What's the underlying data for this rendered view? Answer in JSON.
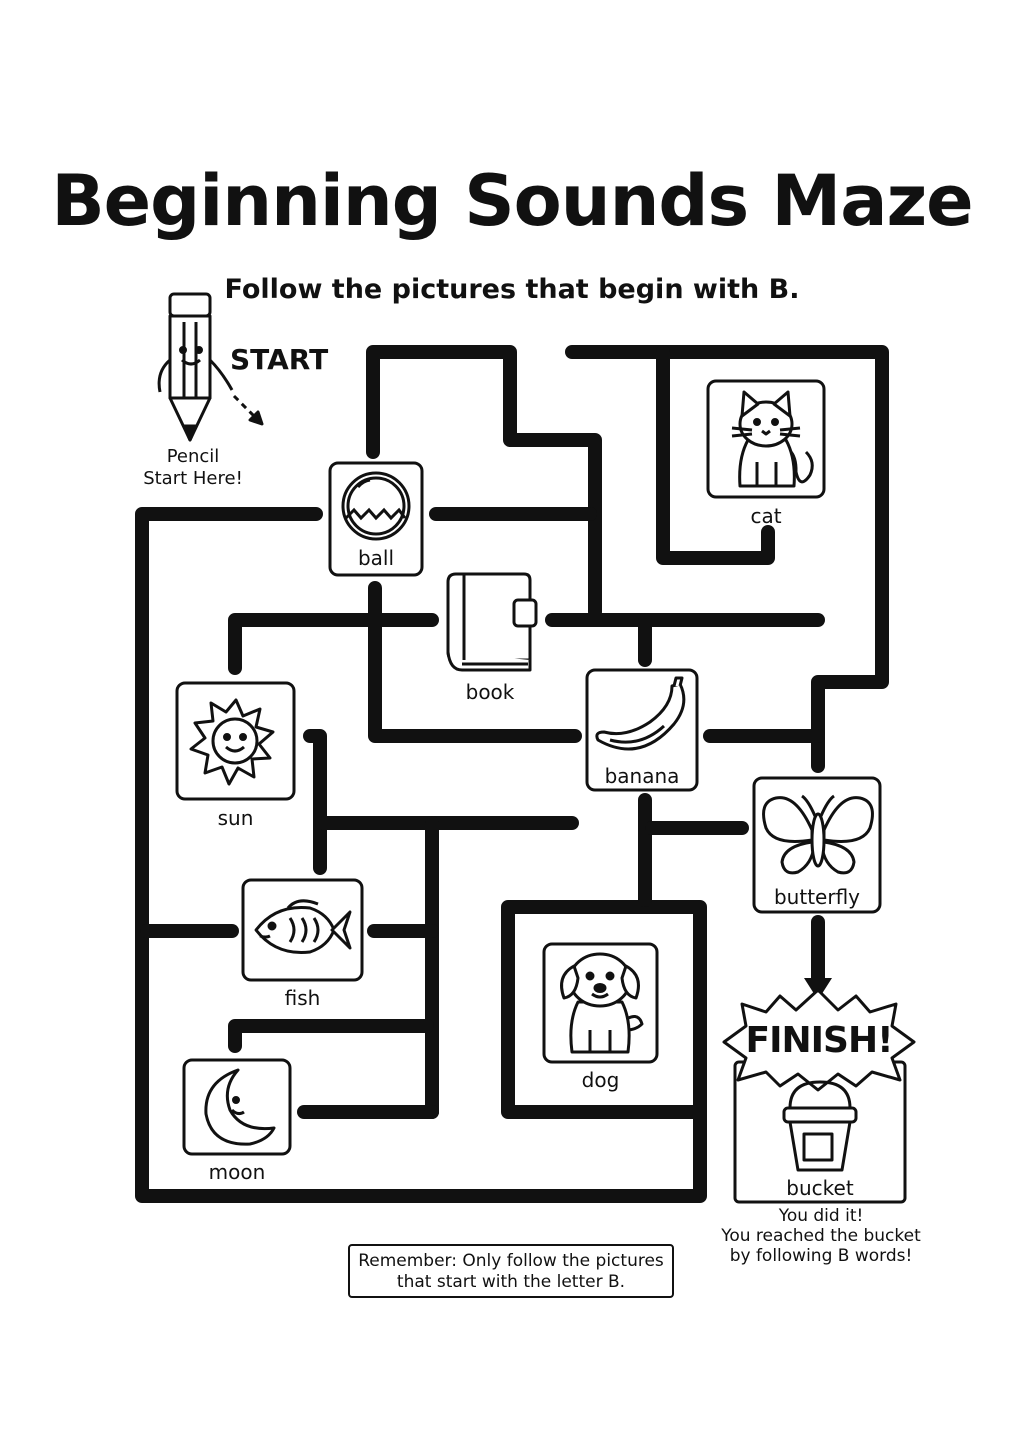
{
  "title": "Beginning Sounds Maze",
  "instructions": "Follow the pictures that begin with B.",
  "start": {
    "label": "START",
    "note_line1": "Pencil",
    "note_line2": "Start Here!"
  },
  "pictures": {
    "ball": "ball",
    "cat": "cat",
    "book": "book",
    "banana": "banana",
    "sun": "sun",
    "butterfly": "butterfly",
    "fish": "fish",
    "dog": "dog",
    "moon": "moon",
    "bucket": "bucket"
  },
  "finish": {
    "label": "FINISH!",
    "note_line1": "You did it!",
    "note_line2": "You reached the bucket",
    "note_line3": "by following B words!"
  },
  "reminder": {
    "line1": "Remember: Only follow the pictures",
    "line2": "that start with the letter B."
  },
  "icons": [
    "pencil-icon",
    "ball-icon",
    "cat-icon",
    "book-icon",
    "banana-icon",
    "sun-icon",
    "butterfly-icon",
    "fish-icon",
    "dog-icon",
    "moon-icon",
    "bucket-icon"
  ]
}
